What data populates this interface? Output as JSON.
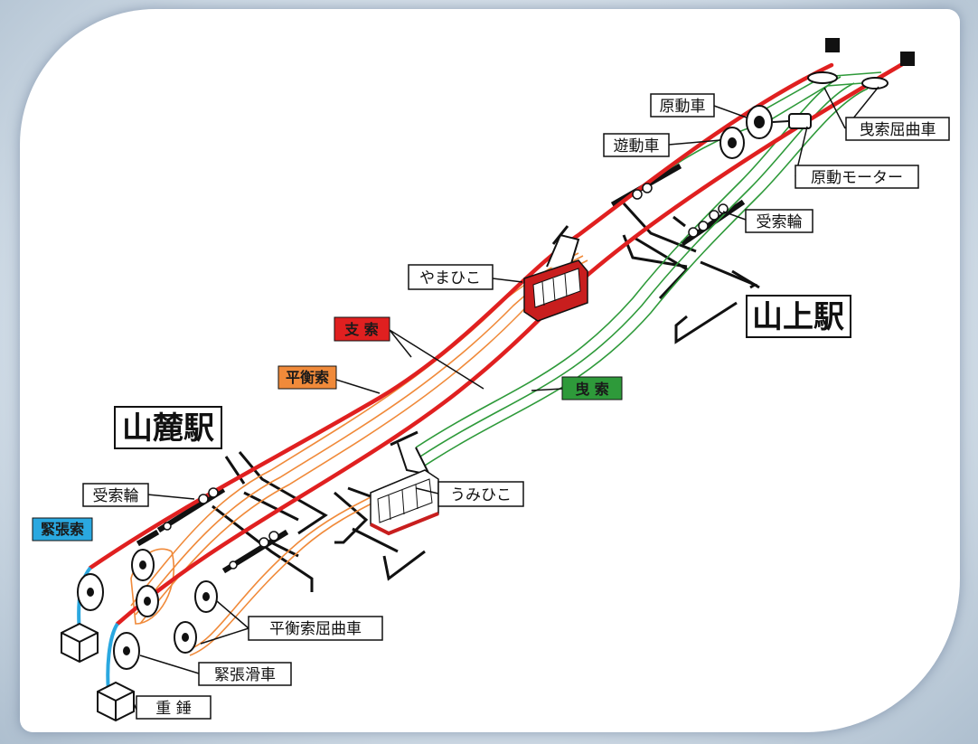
{
  "stations": {
    "base": "山麓駅",
    "summit": "山上駅"
  },
  "cars": {
    "upper": "やまひこ",
    "lower": "うみひこ"
  },
  "cables": {
    "track": "支 索",
    "balance": "平衡索",
    "haul": "曳 索",
    "tension": "緊張索"
  },
  "parts": {
    "drive_wheel": "原動車",
    "idler_wheel": "遊動車",
    "haul_bend_wheel": "曳索屈曲車",
    "drive_motor": "原動モーター",
    "support_wheel_top": "受索輪",
    "support_wheel_bottom": "受索輪",
    "balance_bend_wheel": "平衡索屈曲車",
    "tension_pulley": "緊張滑車",
    "weight": "重 錘"
  },
  "colors": {
    "track": "#e02020",
    "balance": "#f08a3a",
    "haul": "#2e9a3a",
    "tension": "#2aa8e0"
  }
}
